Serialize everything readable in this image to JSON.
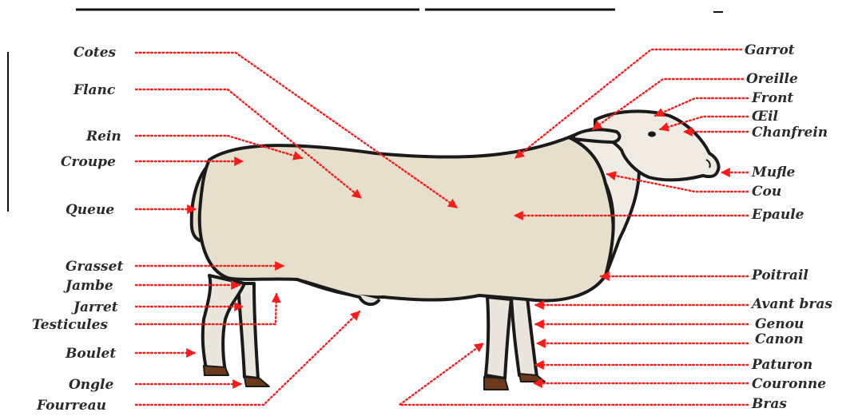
{
  "labels": {
    "cotes": "Cotes",
    "flanc": "Flanc",
    "rein": "Rein",
    "croupe": "Croupe",
    "queue": "Queue",
    "grasset": "Grasset",
    "jambe": "Jambe",
    "jarret": "Jarret",
    "testicules": "Testicules",
    "boulet": "Boulet",
    "ongle": "Ongle",
    "fourreau": "Fourreau",
    "garrot": "Garrot",
    "oreille": "Oreille",
    "front": "Front",
    "oeil": "Œil",
    "chanfrein": "Chanfrein",
    "mufle": "Mufle",
    "cou": "Cou",
    "epaule": "Epaule",
    "poitrail": "Poitrail",
    "avant_bras": "Avant bras",
    "genou": "Genou",
    "canon": "Canon",
    "paturon": "Paturon",
    "couronne": "Couronne",
    "bras": "Bras"
  },
  "colors": {
    "leader": "#ff1a1a",
    "body": "#e6dfcc",
    "head": "#f0ece3",
    "outline": "#1a1a1a",
    "hoof": "#6b3a1a",
    "label_text": "#2b2b2b"
  }
}
